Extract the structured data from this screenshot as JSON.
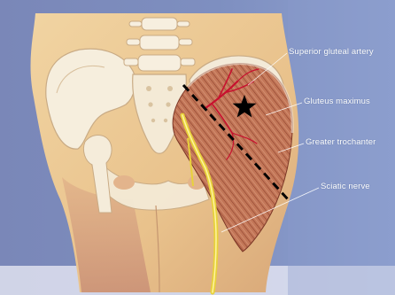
{
  "labels": {
    "superior_gluteal_artery": "Superior gluteal artery",
    "gluteus_maximus": "Gluteus maximus",
    "greater_trochanter": "Greater trochanter",
    "sciatic_nerve": "Sciatic nerve"
  },
  "markers": {
    "star": "star-icon",
    "incision_line": "dashed-line"
  },
  "colors": {
    "page_background": "#7d8fbf",
    "label_text": "#ffffff",
    "muscle": "#b86a4e",
    "bone": "#f3ead8",
    "skin": "#e8c38e",
    "nerve": "#e8d23a",
    "artery": "#c8102e",
    "star": "#000000"
  }
}
